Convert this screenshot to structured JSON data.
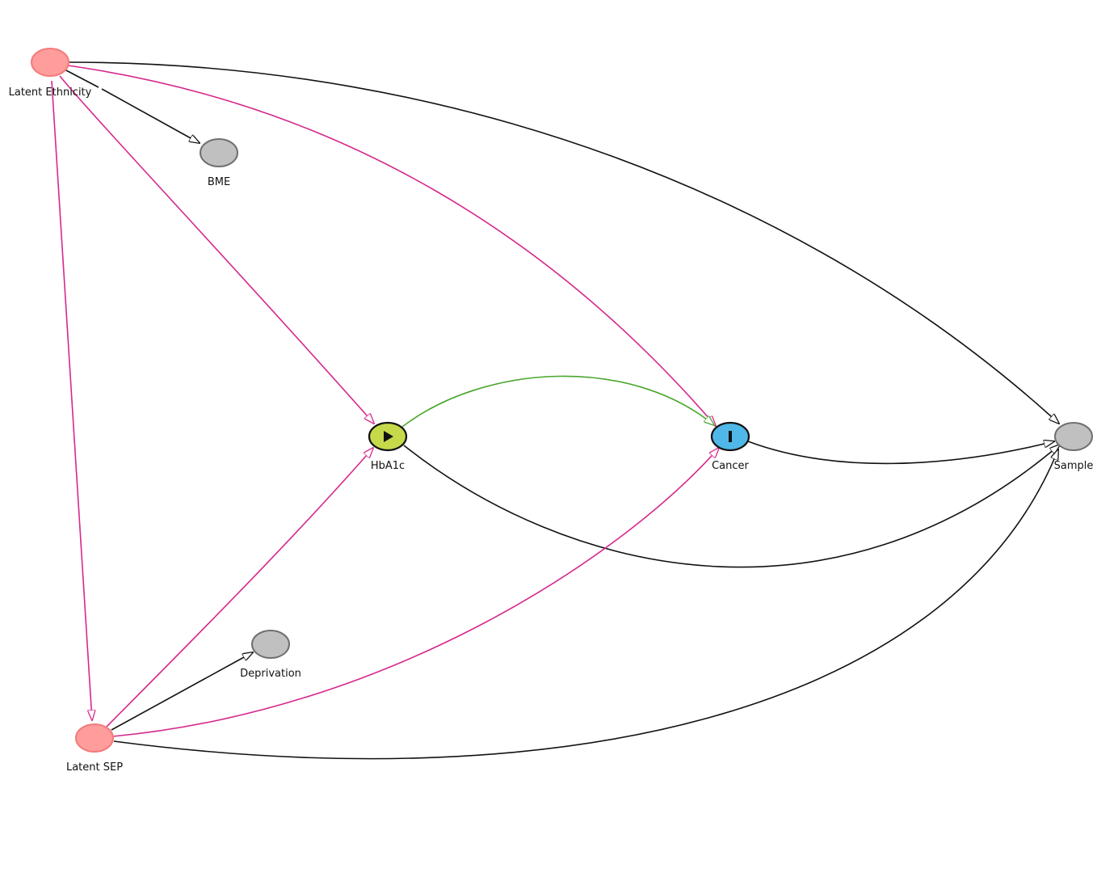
{
  "colors": {
    "latent_node": "#ff9c9c",
    "latent_node_border": "#f47a7a",
    "observed_node": "#c0c0c0",
    "observed_node_border": "#6f6f6f",
    "exposure_node": "#c6d94a",
    "outcome_node": "#4fb8e8",
    "causal_path": "#4aa72e",
    "biasing_path": "#d6288c",
    "other_path": "#111111"
  },
  "nodes": [
    {
      "id": "latent_ethnicity",
      "label": "Latent Ethnicity",
      "kind": "latent"
    },
    {
      "id": "bme",
      "label": "BME",
      "kind": "observed"
    },
    {
      "id": "hba1c",
      "label": "HbA1c",
      "kind": "exposure",
      "icon": "play-icon"
    },
    {
      "id": "cancer",
      "label": "Cancer",
      "kind": "outcome",
      "icon": "bar-icon"
    },
    {
      "id": "sample",
      "label": "Sample",
      "kind": "observed"
    },
    {
      "id": "deprivation",
      "label": "Deprivation",
      "kind": "observed"
    },
    {
      "id": "latent_sep",
      "label": "Latent SEP",
      "kind": "latent"
    }
  ],
  "edges": [
    {
      "from": "latent_ethnicity",
      "to": "bme",
      "kind": "other"
    },
    {
      "from": "latent_ethnicity",
      "to": "sample",
      "kind": "other"
    },
    {
      "from": "latent_ethnicity",
      "to": "cancer",
      "kind": "biasing"
    },
    {
      "from": "latent_ethnicity",
      "to": "hba1c",
      "kind": "biasing"
    },
    {
      "from": "latent_ethnicity",
      "to": "latent_sep",
      "kind": "biasing"
    },
    {
      "from": "hba1c",
      "to": "cancer",
      "kind": "causal"
    },
    {
      "from": "hba1c",
      "to": "sample",
      "kind": "other"
    },
    {
      "from": "cancer",
      "to": "sample",
      "kind": "other"
    },
    {
      "from": "latent_sep",
      "to": "hba1c",
      "kind": "biasing"
    },
    {
      "from": "latent_sep",
      "to": "deprivation",
      "kind": "other"
    },
    {
      "from": "latent_sep",
      "to": "cancer",
      "kind": "biasing"
    },
    {
      "from": "latent_sep",
      "to": "sample",
      "kind": "other"
    }
  ]
}
